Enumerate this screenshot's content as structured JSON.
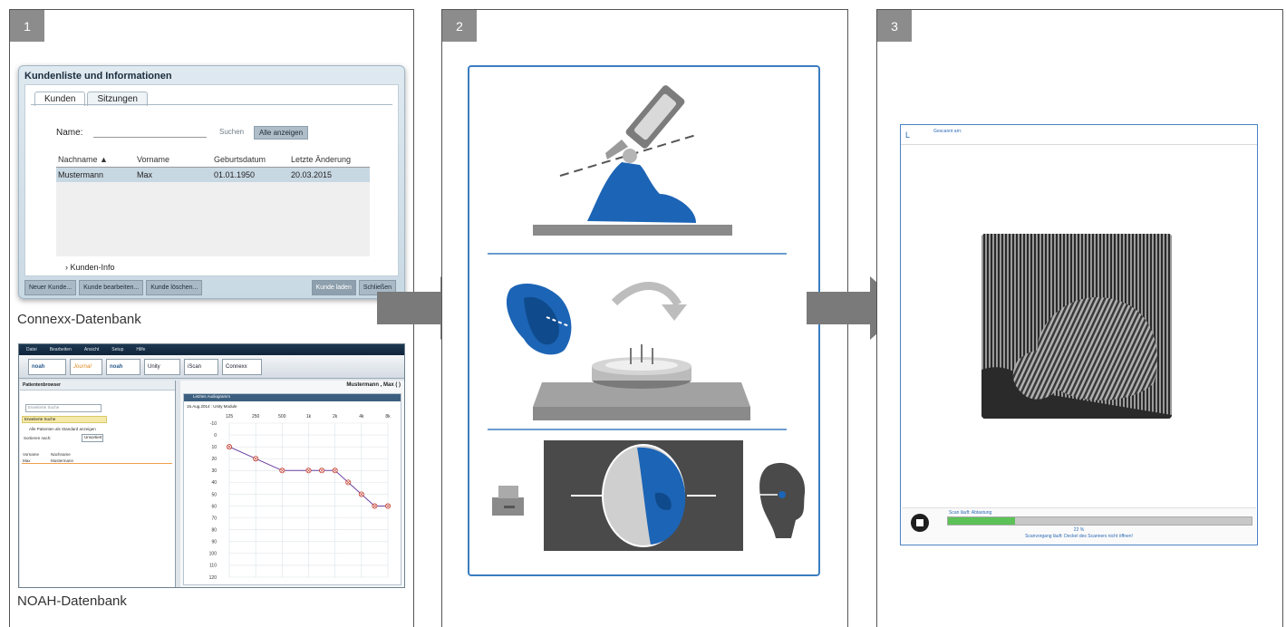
{
  "panels": [
    {
      "number": "1"
    },
    {
      "number": "2"
    },
    {
      "number": "3"
    }
  ],
  "connexx": {
    "window_title": "Kundenliste und Informationen",
    "tabs": [
      "Kunden",
      "Sitzungen"
    ],
    "name_label": "Name:",
    "search_button": "Suchen",
    "show_all_button": "Alle anzeigen",
    "columns": [
      "Nachname ▲",
      "Vorname",
      "Geburtsdatum",
      "Letzte Änderung"
    ],
    "rows": [
      [
        "Mustermann",
        "Max",
        "01.01.1950",
        "20.03.2015"
      ]
    ],
    "info_toggle": "›  Kunden-Info",
    "footer_buttons": [
      "Neuer Kunde...",
      "Kunde bearbeiten...",
      "Kunde löschen..."
    ],
    "load_button": "Kunde laden",
    "close_button": "Schließen",
    "caption": "Connexx-Datenbank"
  },
  "noah": {
    "menu": [
      "Datei",
      "Bearbeiten",
      "Ansicht",
      "Setup",
      "Hilfe"
    ],
    "modules": [
      "noah",
      "Journal",
      "noah",
      "Unity",
      "iScan",
      "Connexx"
    ],
    "patient_browser_title": "Patientenbrowser",
    "search_placeholder": "Erweiterte Suche",
    "extended_search": "Erweiterte Suche",
    "show_all_label": "Alle Patienten als Standard anzeigen",
    "sort_label": "Sortieren nach:",
    "sort_value": "Unsortiert",
    "columns": [
      "Vorname",
      "Nachname"
    ],
    "patient": [
      "Max",
      "Mustermann"
    ],
    "patient_name": "Mustermann , Max  ( )",
    "audiogram_title": "Letztes Audiogramm",
    "audiogram_date": "15.Aug.2014 : Unity Module",
    "caption": "NOAH-Datenbank"
  },
  "audiogram": {
    "type": "line",
    "x_ticks": [
      "125",
      "250",
      "500",
      "1k",
      "2k",
      "4k",
      "8k"
    ],
    "y_ticks": [
      "-10",
      "0",
      "10",
      "20",
      "30",
      "40",
      "50",
      "60",
      "70",
      "80",
      "90",
      "100",
      "110",
      "120"
    ],
    "ylim": [
      -10,
      120
    ],
    "points": [
      {
        "freq": "125",
        "db": 10
      },
      {
        "freq": "250",
        "db": 20
      },
      {
        "freq": "500",
        "db": 30
      },
      {
        "freq": "1k",
        "db": 30
      },
      {
        "freq": "1.5k",
        "db": 30
      },
      {
        "freq": "2k",
        "db": 30
      },
      {
        "freq": "3k",
        "db": 40
      },
      {
        "freq": "4k",
        "db": 50
      },
      {
        "freq": "6k",
        "db": 60
      },
      {
        "freq": "8k",
        "db": 60
      }
    ],
    "color": "#6a3fa0",
    "marker_color": "#c0392b"
  },
  "scanner": {
    "left_label": "L",
    "scanned_label": "Gescannt am:",
    "status": "Scan läuft: Abtastung",
    "progress": 0.22,
    "progress_text": "22 %",
    "warning": "Scanvorgang läuft: Deckel des Scanners nicht öffnen!"
  },
  "colors": {
    "accent_blue": "#2a72bf",
    "arrow_gray": "#7a7a7a",
    "panel_badge": "#8c8c8c"
  }
}
